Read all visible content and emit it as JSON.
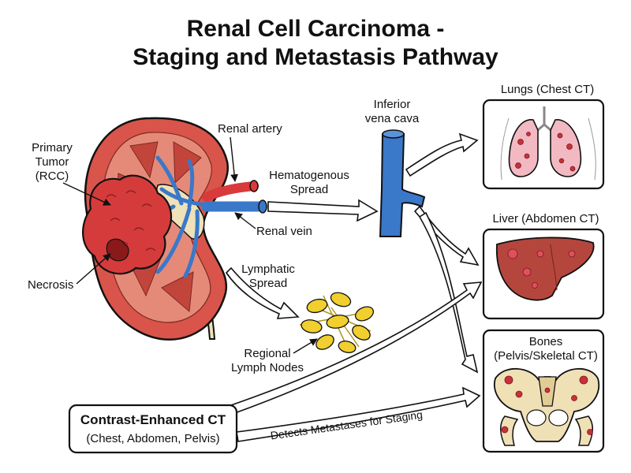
{
  "title": {
    "line1": "Renal Cell Carcinoma -",
    "line2": "Staging and Metastasis Pathway"
  },
  "labels": {
    "primary_tumor": [
      "Primary",
      "Tumor",
      "(RCC)"
    ],
    "necrosis": "Necrosis",
    "renal_artery": "Renal artery",
    "renal_vein": "Renal vein",
    "hematogenous": [
      "Hematogenous",
      "Spread"
    ],
    "lymphatic": [
      "Lymphatic",
      "Spread"
    ],
    "regional_nodes": [
      "Regional",
      "Lymph Nodes"
    ],
    "ivc": [
      "Inferior",
      "vena cava"
    ]
  },
  "organs": {
    "lungs": "Lungs (Chest CT)",
    "liver": "Liver (Abdomen CT)",
    "bones": [
      "Bones",
      "(Pelvis/Skeletal CT)"
    ]
  },
  "ct_box": {
    "title": "Contrast-Enhanced CT",
    "subtitle": "(Chest, Abdomen, Pelvis)"
  },
  "staging_arrow": "Detects Metastases for Staging",
  "colors": {
    "kidney": "#d9544a",
    "kidney_dark": "#a8322b",
    "tumor": "#d63b3b",
    "vein": "#3a78c9",
    "artery": "#d93a3a",
    "ureter": "#efe2b8",
    "lymph": "#f0cf2e",
    "lung": "#f2b9c2",
    "liver": "#b5463e",
    "bone": "#f0e0b6",
    "lesion": "#c9303a"
  }
}
